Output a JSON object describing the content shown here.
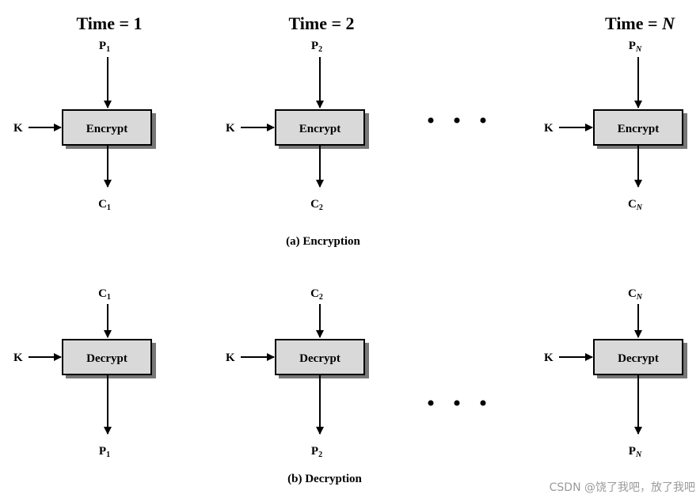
{
  "time_labels": [
    {
      "prefix": "Time = ",
      "value": "1",
      "italic": false
    },
    {
      "prefix": "Time = ",
      "value": "2",
      "italic": false
    },
    {
      "prefix": "Time = ",
      "value": "N",
      "italic": true
    }
  ],
  "encryption": {
    "caption": "(a) Encryption",
    "box_label": "Encrypt",
    "key_label": "K",
    "columns": [
      {
        "input": {
          "base": "P",
          "sub": "1",
          "italic": false
        },
        "output": {
          "base": "C",
          "sub": "1",
          "italic": false
        }
      },
      {
        "input": {
          "base": "P",
          "sub": "2",
          "italic": false
        },
        "output": {
          "base": "C",
          "sub": "2",
          "italic": false
        }
      },
      {
        "input": {
          "base": "P",
          "sub": "N",
          "italic": true
        },
        "output": {
          "base": "C",
          "sub": "N",
          "italic": true
        }
      }
    ],
    "ellipsis": "• • •"
  },
  "decryption": {
    "caption": "(b) Decryption",
    "box_label": "Decrypt",
    "key_label": "K",
    "columns": [
      {
        "input": {
          "base": "C",
          "sub": "1",
          "italic": false
        },
        "output": {
          "base": "P",
          "sub": "1",
          "italic": false
        }
      },
      {
        "input": {
          "base": "C",
          "sub": "2",
          "italic": false
        },
        "output": {
          "base": "P",
          "sub": "2",
          "italic": false
        }
      },
      {
        "input": {
          "base": "C",
          "sub": "N",
          "italic": true
        },
        "output": {
          "base": "P",
          "sub": "N",
          "italic": true
        }
      }
    ],
    "ellipsis": "• • •"
  },
  "watermark": "CSDN @饶了我吧，放了我吧"
}
